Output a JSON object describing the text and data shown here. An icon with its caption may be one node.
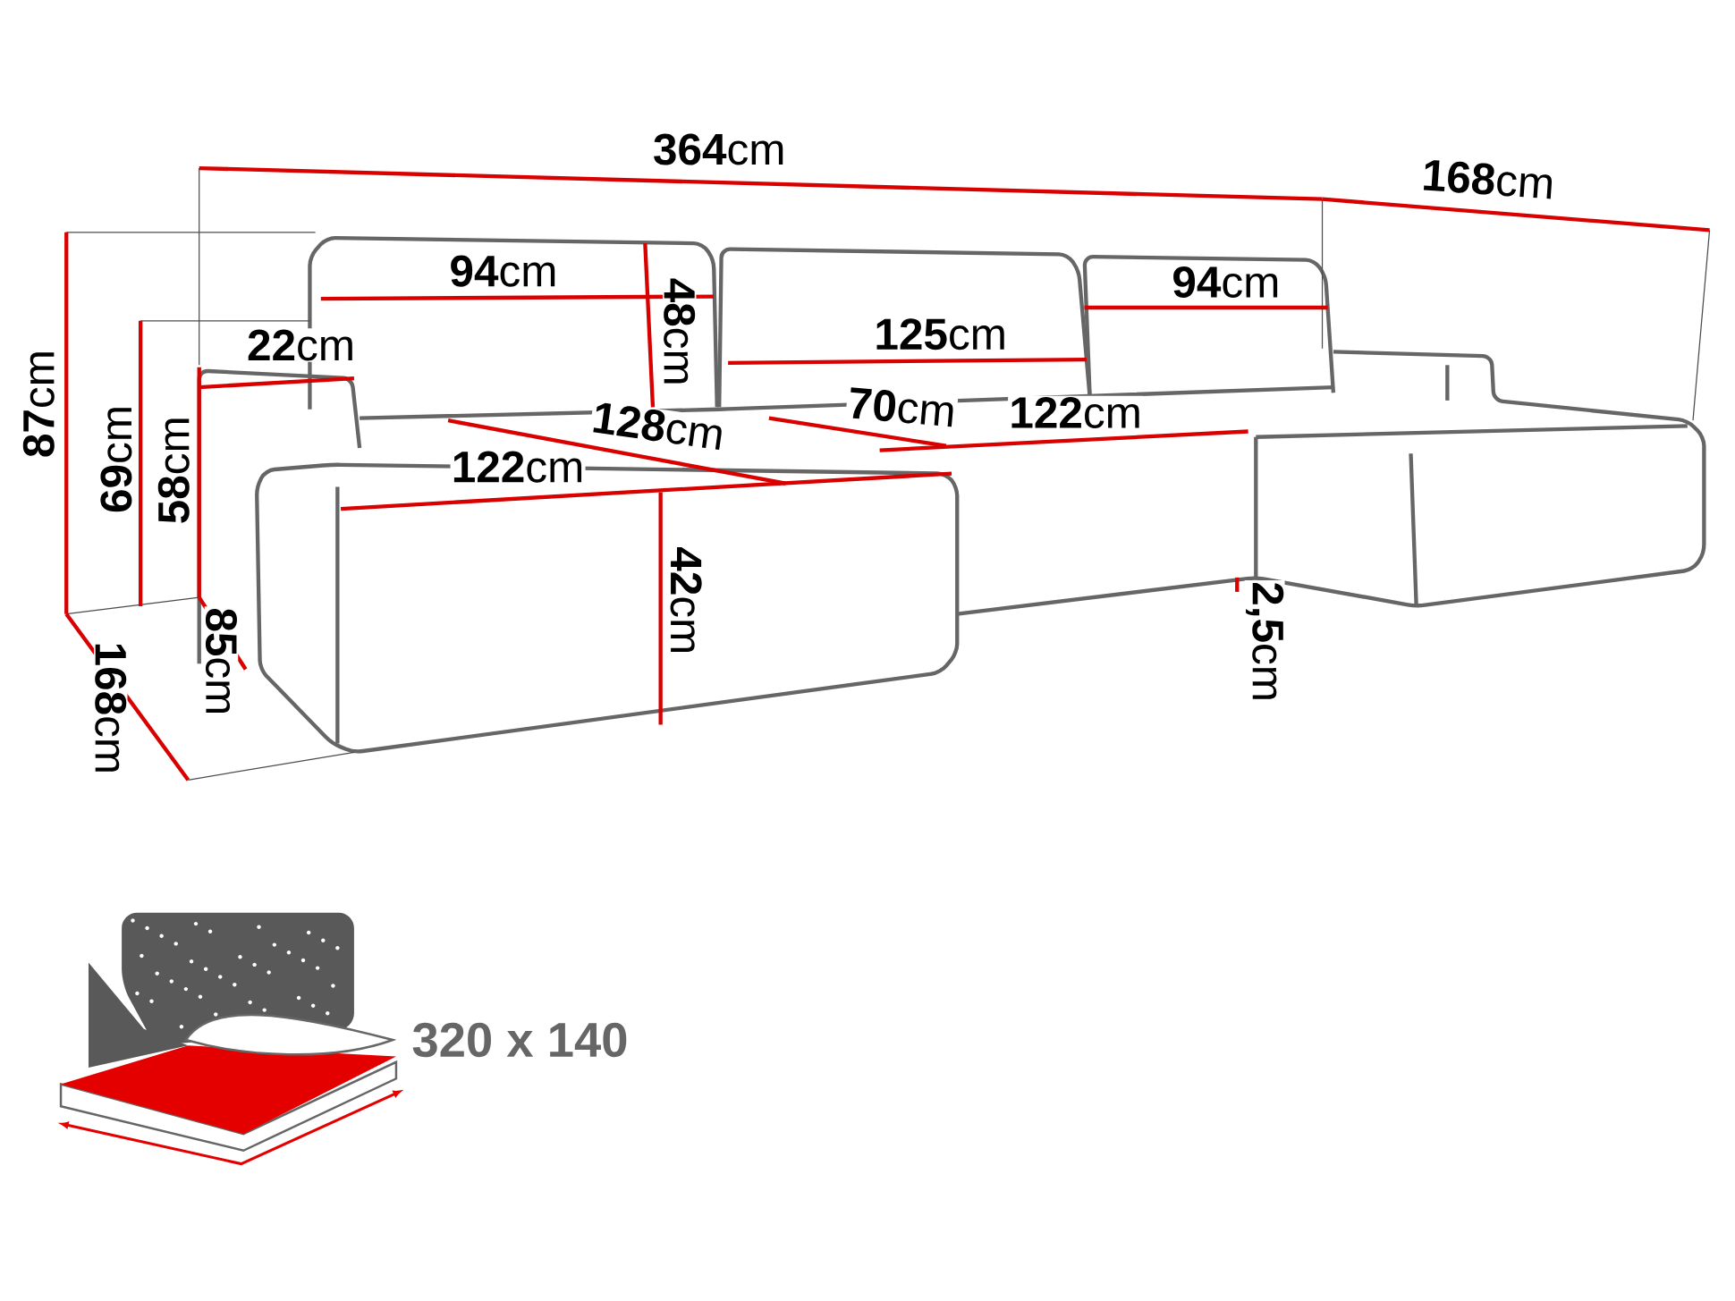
{
  "diagram": {
    "labels": [
      "**364**cm",
      "**168**cm",
      "**94**cm",
      "**48**cm",
      "**94**cm",
      "**125**cm",
      "**22**cm",
      "**87**cm",
      "**69**cm",
      "**58**cm",
      "**128**cm",
      "**70**cm",
      "**122**cm",
      "**122**cm",
      "**42**cm",
      "**2,5**cm",
      "**85**cm",
      "**168**cm",
      "320 x 140"
    ]
  }
}
